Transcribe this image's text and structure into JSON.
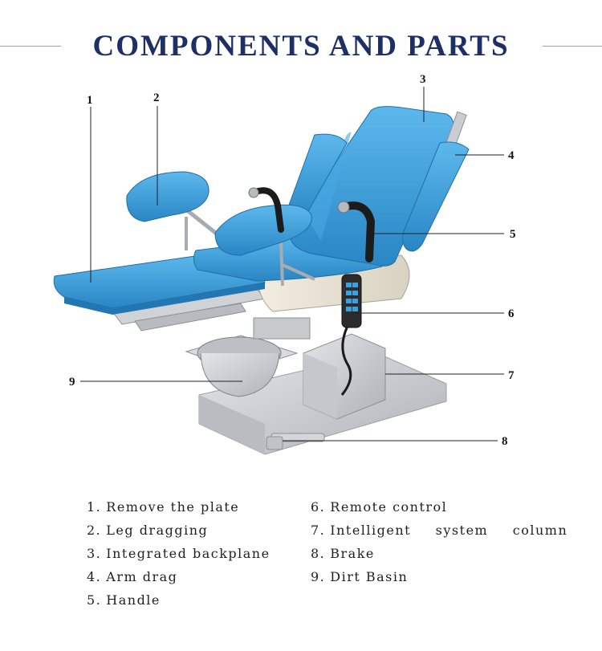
{
  "title": "COMPONENTS AND PARTS",
  "callouts": [
    "1",
    "2",
    "3",
    "4",
    "5",
    "6",
    "7",
    "8",
    "9"
  ],
  "legend": {
    "column1": [
      {
        "num": "1.",
        "text": "Remove the plate"
      },
      {
        "num": "2.",
        "text": "Leg dragging"
      },
      {
        "num": "3.",
        "text": "Integrated backplane"
      },
      {
        "num": "4.",
        "text": "Arm drag"
      },
      {
        "num": "5.",
        "text": "Handle"
      }
    ],
    "column2": [
      {
        "num": "6.",
        "text": "Remote control"
      },
      {
        "num": "7.",
        "text": "Intelligent system column"
      },
      {
        "num": "8.",
        "text": "Brake"
      },
      {
        "num": "9.",
        "text": "Dirt Basin"
      }
    ]
  },
  "colors": {
    "title": "#1e2f66",
    "upholstery": "#3a9ed8",
    "steel": "#c9ccd0",
    "leader": "#222222"
  }
}
